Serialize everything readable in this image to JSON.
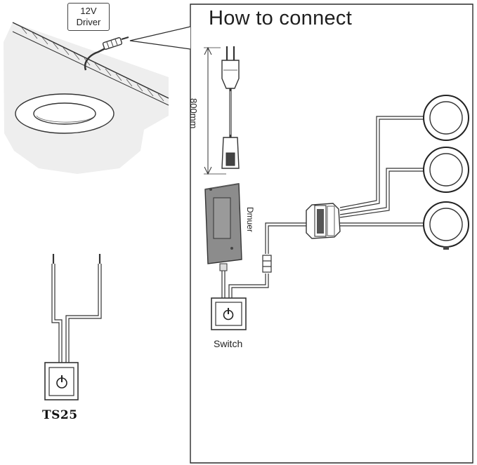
{
  "driver_tag": {
    "line1": "12V",
    "line2": "Driver"
  },
  "panel": {
    "title": "How to connect",
    "cable_length": "800mm",
    "dimmer_label": "Dmuer",
    "switch_label": "Switch"
  },
  "accessory": {
    "model": "TS25"
  },
  "icons": [
    "power-icon",
    "dimension-arrow-icon",
    "plug-icon",
    "downlight-icon"
  ],
  "colors": {
    "line": "#2a2a2a",
    "dimmer_body": "#8c8c8c",
    "ceiling": "#eeeeee"
  }
}
